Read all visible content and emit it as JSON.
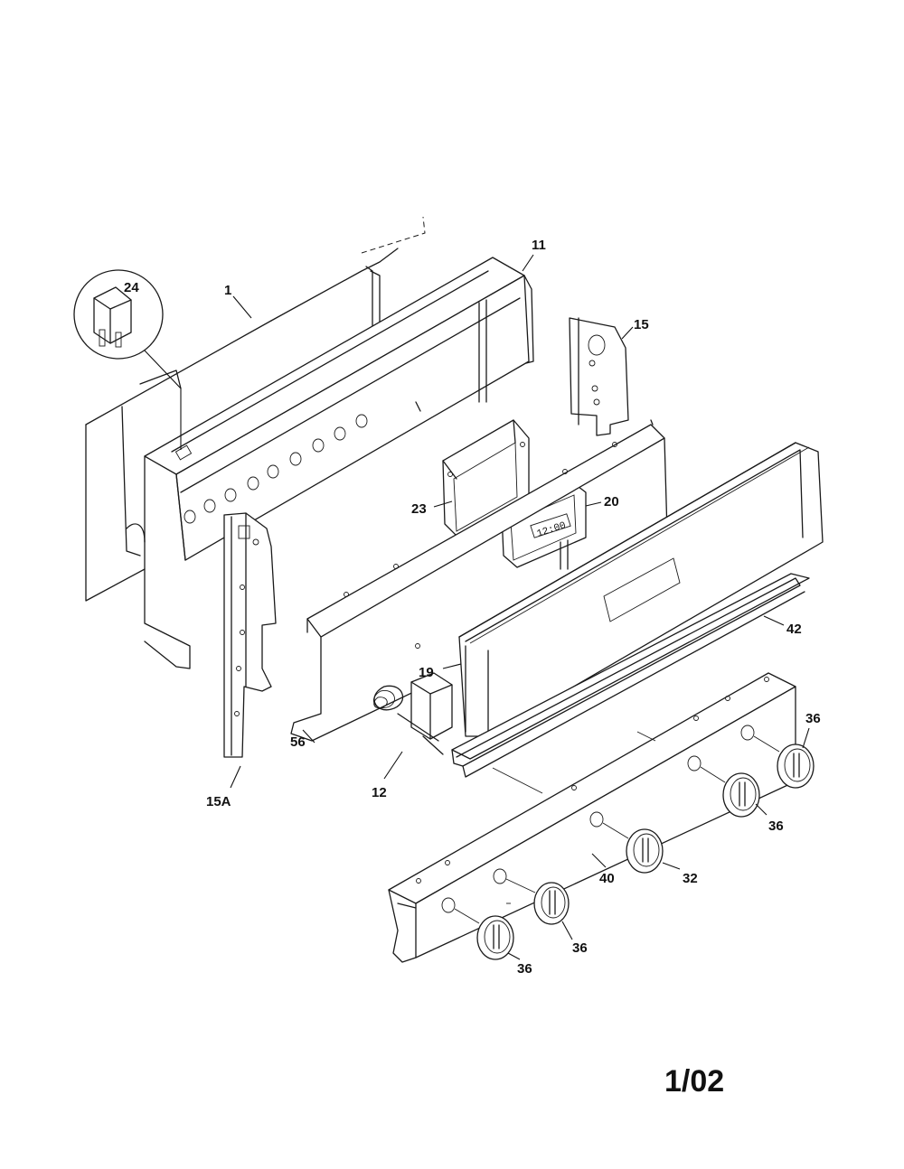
{
  "callouts": {
    "c1": "1",
    "c11": "11",
    "c24": "24",
    "c15": "15",
    "c23": "23",
    "c20": "20",
    "c42": "42",
    "c19": "19",
    "c56": "56",
    "c15a": "15A",
    "c12": "12",
    "c36a": "36",
    "c36b": "36",
    "c36c": "36",
    "c36d": "36",
    "c32": "32",
    "c40": "40"
  },
  "clock_display": "12:00",
  "page_number": "1/02"
}
